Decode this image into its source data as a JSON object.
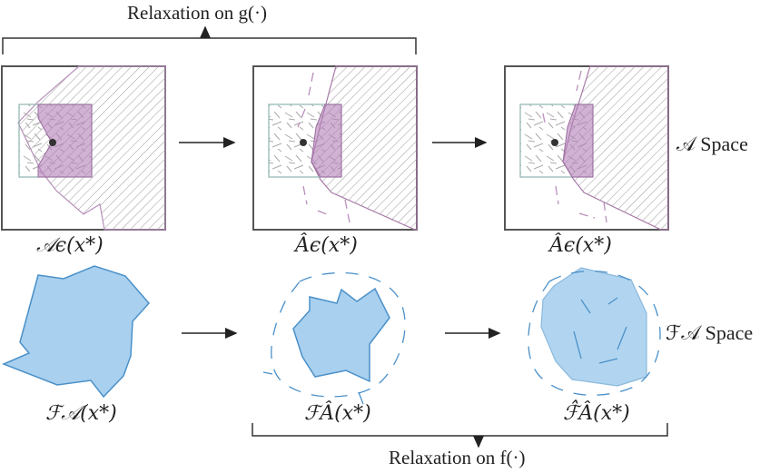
{
  "top_bracket": {
    "label": "Relaxation on g(·)",
    "direction": "up"
  },
  "bottom_bracket": {
    "label": "Relaxation on f(·)",
    "direction": "down"
  },
  "rows": {
    "a_space": {
      "label": "𝒜 Space",
      "panels": [
        {
          "caption": "𝒜ϵ(x*)",
          "name": "A-eps"
        },
        {
          "caption": "Âϵ(x*)",
          "name": "A-hat-eps-1"
        },
        {
          "caption": "Âϵ(x*)",
          "name": "A-hat-eps-2"
        }
      ]
    },
    "f_space": {
      "label": "ℱ𝒜 Space",
      "panels": [
        {
          "caption": "ℱ𝒜(x*)",
          "name": "F-A"
        },
        {
          "caption": "ℱÂ(x*)",
          "name": "F-A-hat"
        },
        {
          "caption": "ℱ̂Â(x*)",
          "name": "F-hat-A-hat"
        }
      ]
    }
  },
  "colors": {
    "purple_fill": "#c9a3cf",
    "purple_line": "#a77aa8",
    "hatch": "#999999",
    "frame": "#555555",
    "teal_box": "#8fb5b0",
    "blue_fill": "#a9d0ee",
    "blue_line": "#4a90c9",
    "arrow": "#222222"
  }
}
